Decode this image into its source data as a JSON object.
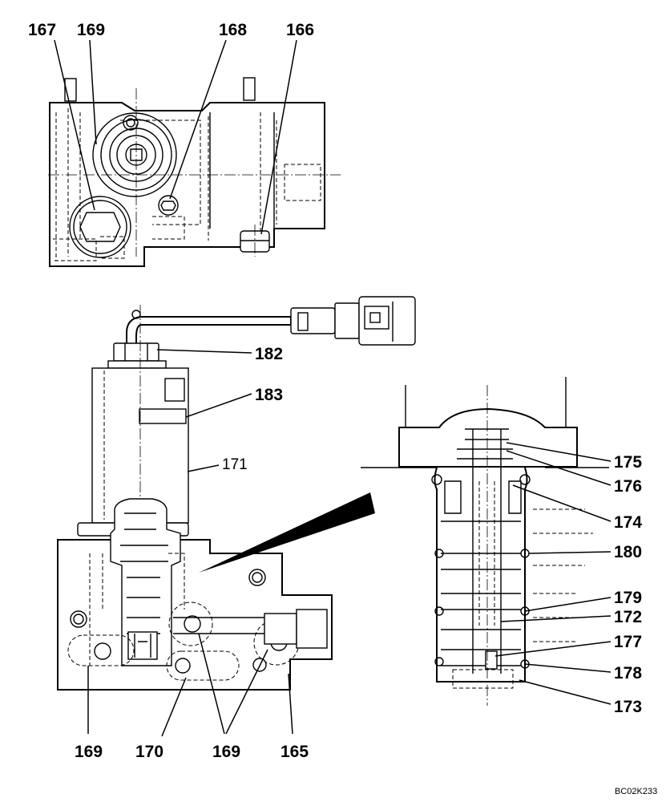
{
  "diagram": {
    "reference_code": "BC02K233",
    "callouts": {
      "c167": "167",
      "c169_top": "169",
      "c168": "168",
      "c166": "166",
      "c182": "182",
      "c183": "183",
      "c171": "171",
      "c175": "175",
      "c176": "176",
      "c174": "174",
      "c180": "180",
      "c179": "179",
      "c172": "172",
      "c177": "177",
      "c178": "178",
      "c173": "173",
      "c169_bl": "169",
      "c170": "170",
      "c169_bm": "169",
      "c165": "165"
    }
  }
}
